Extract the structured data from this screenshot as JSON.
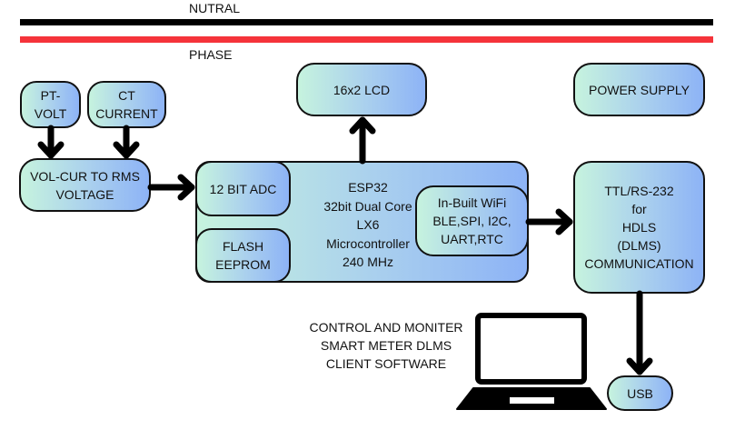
{
  "rails": {
    "neutral_label": "NUTRAL",
    "phase_label": "PHASE",
    "neutral_color": "#000000",
    "phase_color": "#f5333a"
  },
  "blocks": {
    "pt_volt": "PT-\nVOLT",
    "ct_current": "CT\nCURRENT",
    "rms": "VOL-CUR TO RMS\nVOLTAGE",
    "lcd": "16x2 LCD",
    "power_supply": "POWER SUPPLY",
    "adc": "12 BIT ADC",
    "flash": "FLASH\nEEPROM",
    "esp32": "ESP32\n32bit Dual Core\nLX6\nMicrocontroller\n240 MHz",
    "wifi": "In-Built WiFi\nBLE,SPI, I2C,\nUART,RTC",
    "ttl": "TTL/RS-232\nfor\nHDLS\n(DLMS)\nCOMMUNICATION",
    "usb": "USB"
  },
  "client_software_caption": "CONTROL AND MONITER\nSMART METER DLMS\nCLIENT SOFTWARE",
  "icons": {
    "laptop": "laptop-icon"
  },
  "connections": [
    {
      "from": "pt_volt",
      "to": "rms"
    },
    {
      "from": "ct_current",
      "to": "rms"
    },
    {
      "from": "rms",
      "to": "adc"
    },
    {
      "from": "esp32",
      "to": "lcd"
    },
    {
      "from": "wifi",
      "to": "ttl"
    },
    {
      "from": "ttl",
      "to": "usb"
    }
  ],
  "colors": {
    "box_gradient_start": "#c6f3de",
    "box_gradient_end": "#8db3f6",
    "stroke": "#111111"
  }
}
